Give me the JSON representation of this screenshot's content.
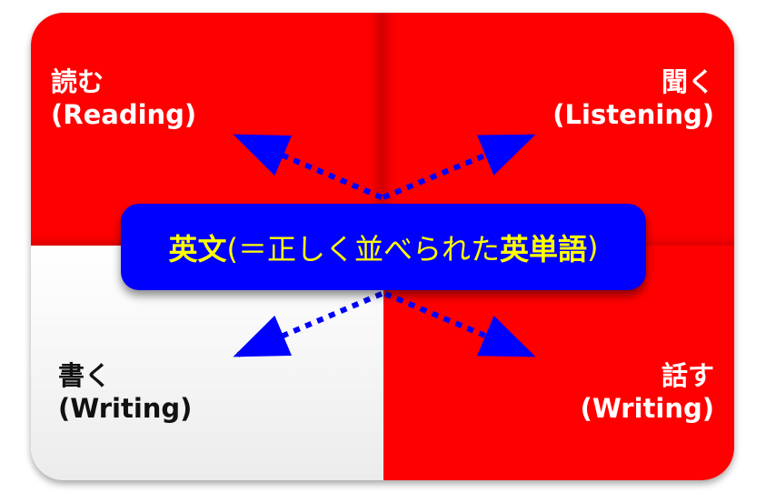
{
  "skills": {
    "reading": {
      "ja": "読む",
      "en": "(Reading)"
    },
    "listening": {
      "ja": "聞く",
      "en": "(Listening)"
    },
    "writing": {
      "ja": "書く",
      "en": "(Writing)"
    },
    "speaking": {
      "ja": "話す",
      "en": "(Writing)"
    }
  },
  "center": {
    "part1": "英文",
    "part2": "(＝正しく並べられた",
    "part3": "英単語",
    "part4": ")"
  },
  "colors": {
    "red": "#ff0000",
    "blue": "#0000ff",
    "yellow": "#ffff00"
  }
}
